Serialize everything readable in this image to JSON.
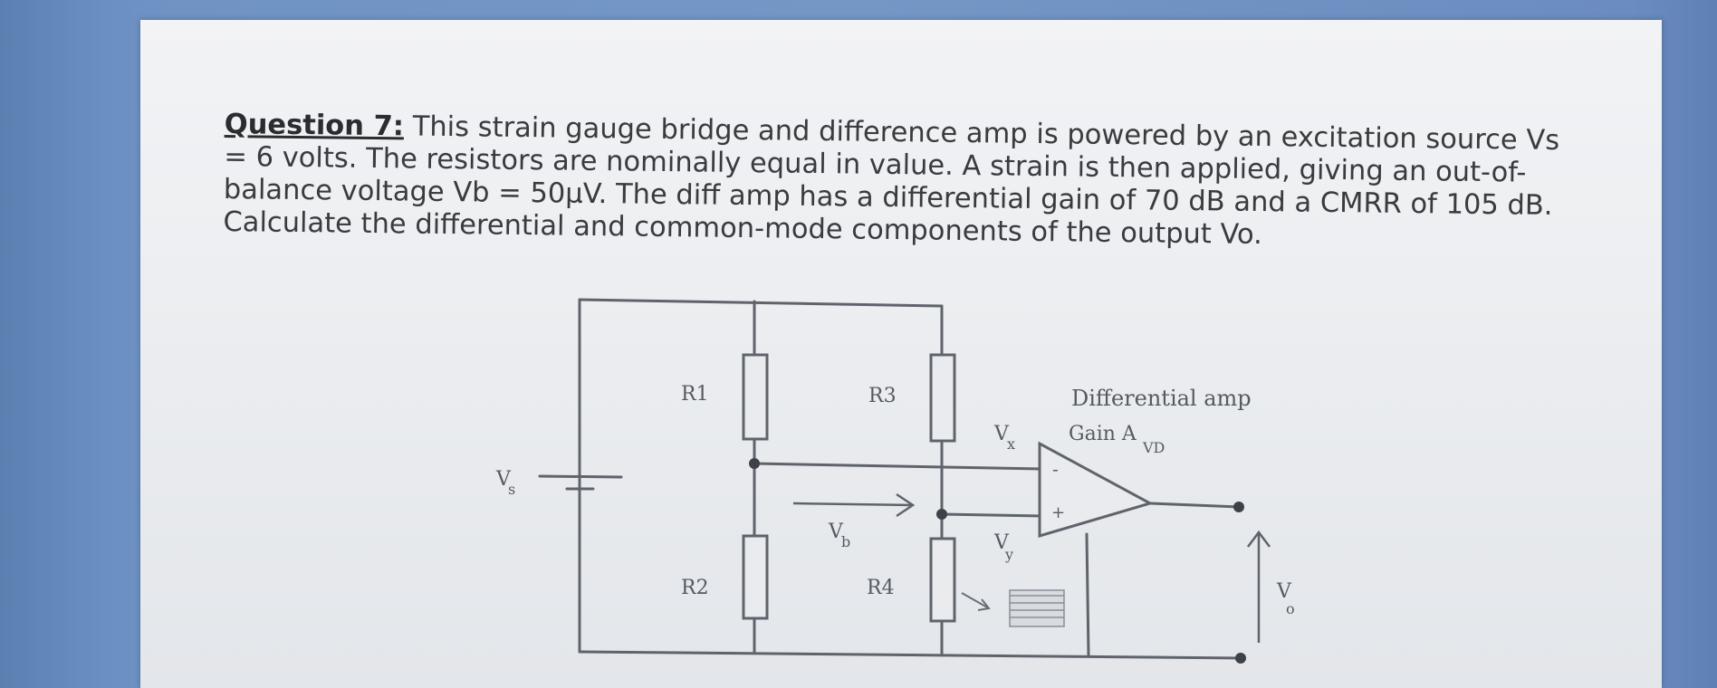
{
  "question": {
    "label": "Question 7:",
    "body": "This strain gauge bridge and difference amp is powered by an excitation source Vs = 6 volts. The resistors are nominally equal in value. A strain is then applied, giving an out-of-balance voltage Vb = 50µV. The diff amp has a differential gain of 70 dB and a CMRR of 105 dB. Calculate the differential and common-mode components of the output Vo."
  },
  "circuit": {
    "R1": "R1",
    "R2": "R2",
    "R3": "R3",
    "R4": "R4",
    "Vs_main": "V",
    "Vs_sub": "s",
    "Vx_main": "V",
    "Vx_sub": "x",
    "Vy_main": "V",
    "Vy_sub": "y",
    "Vb_main": "V",
    "Vb_sub": "b",
    "Vo_main": "V",
    "Vo_sub": "o",
    "amp_title": "Differential amp",
    "gain_main": "Gain A",
    "gain_sub": "VD",
    "minus": "-",
    "plus": "+"
  },
  "colors": {
    "background": "#7497c6",
    "paper": "#eceef1",
    "ink": "#3a3b3f",
    "wire": "#5f646c"
  }
}
